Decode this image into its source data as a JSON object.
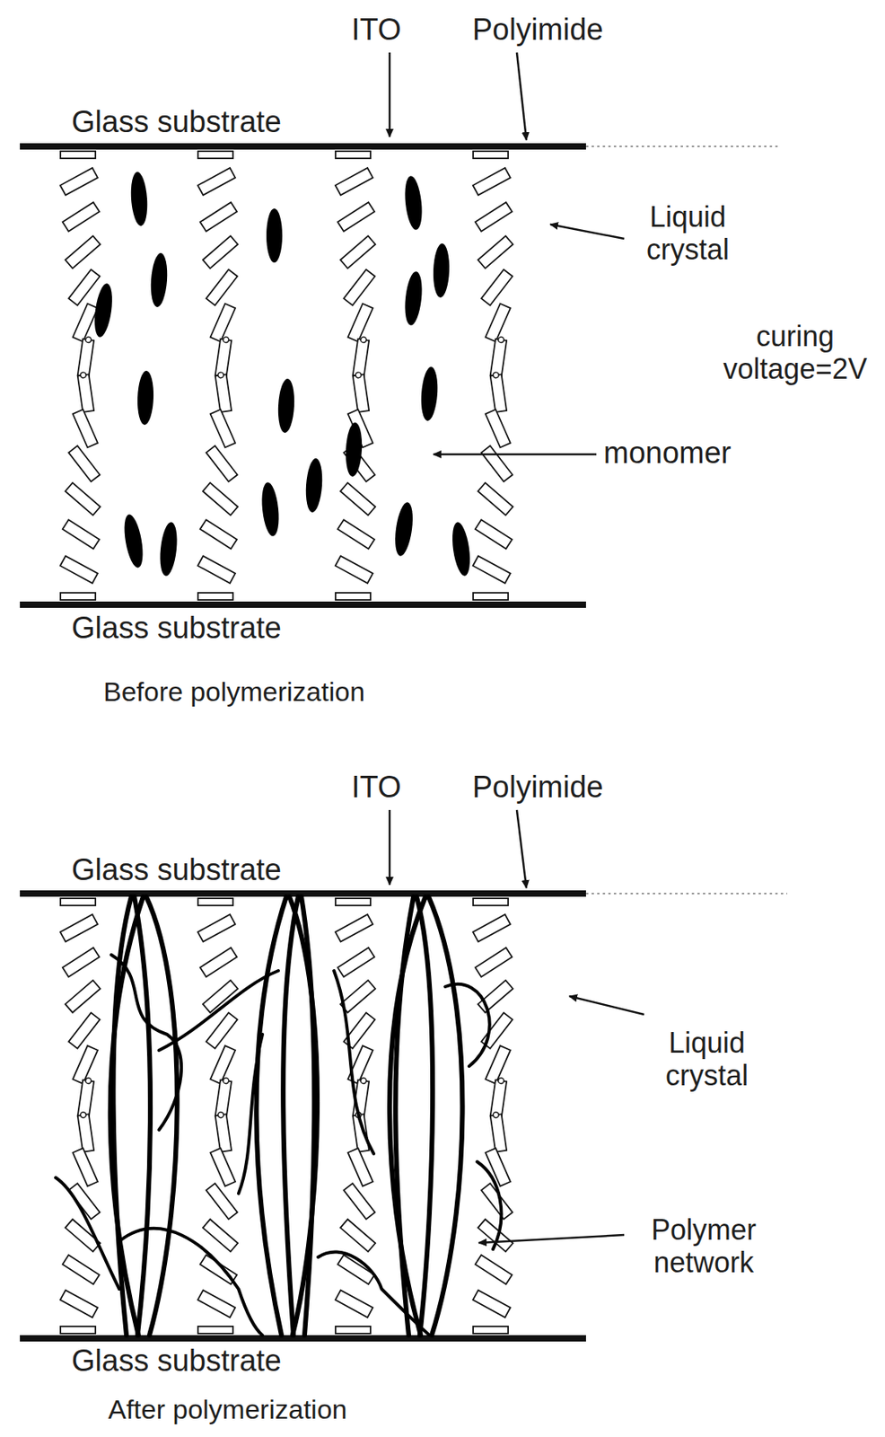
{
  "diagram": {
    "labels": [
      "ITO",
      "Polyimide",
      "Glass substrate",
      "Liquid crystal",
      "curing voltage=2V",
      "monomer",
      "Glass substrate",
      "Before polymerization",
      "ITO",
      "Polyimide",
      "Glass substrate",
      "Liquid crystal",
      "Polymer network",
      "Glass substrate",
      "After polymerization"
    ]
  }
}
